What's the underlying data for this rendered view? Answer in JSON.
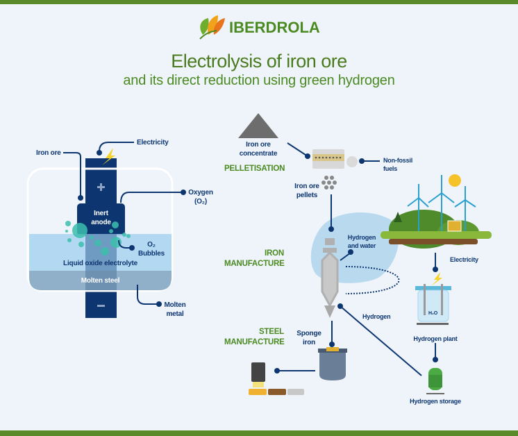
{
  "brand": {
    "name": "IBERDROLA"
  },
  "title": "Electrolysis of iron ore",
  "subtitle": "and its direct reduction using green hydrogen",
  "colors": {
    "navy": "#0d3570",
    "green": "#4a8a20",
    "accent_bar": "#5a8a2a",
    "background": "#eef4fa"
  },
  "electrolysis": {
    "iron_ore": "Iron ore",
    "electricity": "Electricity",
    "oxygen": [
      "Oxygen",
      "(O₂)"
    ],
    "plus": "+",
    "minus": "−",
    "inert_anode": [
      "Inert",
      "anode"
    ],
    "o2_bubbles": [
      "O₂",
      "Bubbles"
    ],
    "electrolyte": "Liquid oxide electrolyte",
    "molten_steel": "Molten steel",
    "molten_metal": [
      "Molten",
      "metal"
    ]
  },
  "reduction": {
    "iron_ore_concentrate": [
      "Iron ore",
      "concentrate"
    ],
    "pelletisation": "PELLETISATION",
    "non_fossil_fuels": [
      "Non-fossil",
      "fuels"
    ],
    "iron_ore_pellets": [
      "Iron ore",
      "pellets"
    ],
    "iron_manufacture": [
      "IRON",
      "MANUFACTURE"
    ],
    "hydrogen_and_water": [
      "Hydrogen",
      "and water"
    ],
    "electricity": "Electricity",
    "hydrogen": "Hydrogen",
    "h2o": "H₂O",
    "hydrogen_plant": "Hydrogen plant",
    "hydrogen_storage": "Hydrogen storage",
    "steel_manufacture": [
      "STEEL",
      "MANUFACTURE"
    ],
    "sponge_iron": [
      "Sponge",
      "iron"
    ]
  }
}
